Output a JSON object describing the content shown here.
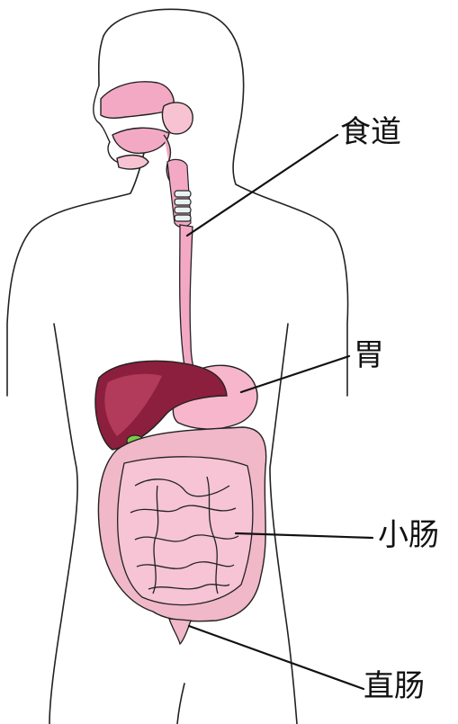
{
  "labels": {
    "esophagus": "食道",
    "stomach": "胃",
    "small_intestine": "小肠",
    "rectum": "直肠"
  },
  "colors": {
    "outline": "#222222",
    "esophagus": "#f3a9c4",
    "mouth": "#f3a9c4",
    "stomach": "#f7b6cc",
    "liver": "#8c1f3d",
    "liver_highlight": "#b23a5a",
    "gallbladder": "#7ec84a",
    "intestine": "#f6c4d4",
    "colon": "#f0b8c8",
    "trachea_rings": "#e8f3f1"
  }
}
